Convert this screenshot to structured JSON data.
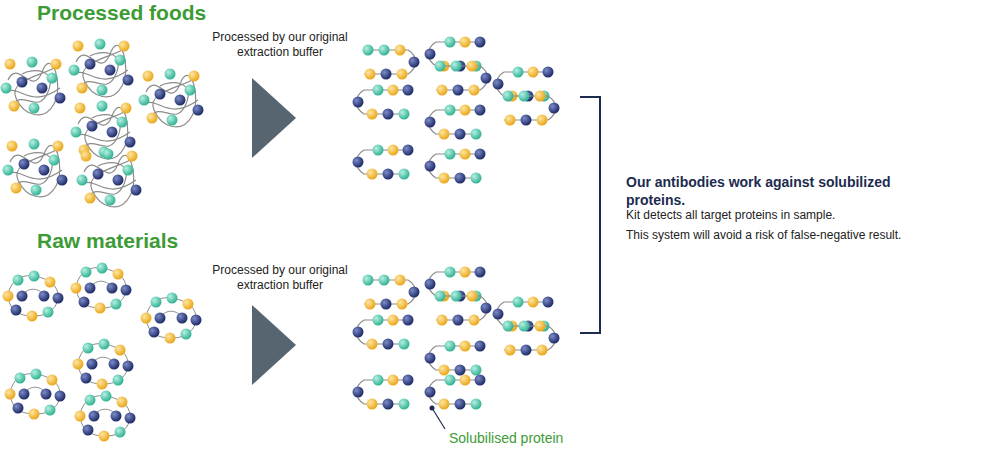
{
  "diagram": {
    "labels": [
      "Processed foods",
      "Processed by our original extraction buffer",
      "Raw materials",
      "Processed by our original extraction buffer",
      "Our antibodies work against solubilized proteins.",
      "Kit detects all target proteins in sample.",
      "This system will avoid a risk of false-negative result.",
      "Solubilised protein"
    ]
  }
}
